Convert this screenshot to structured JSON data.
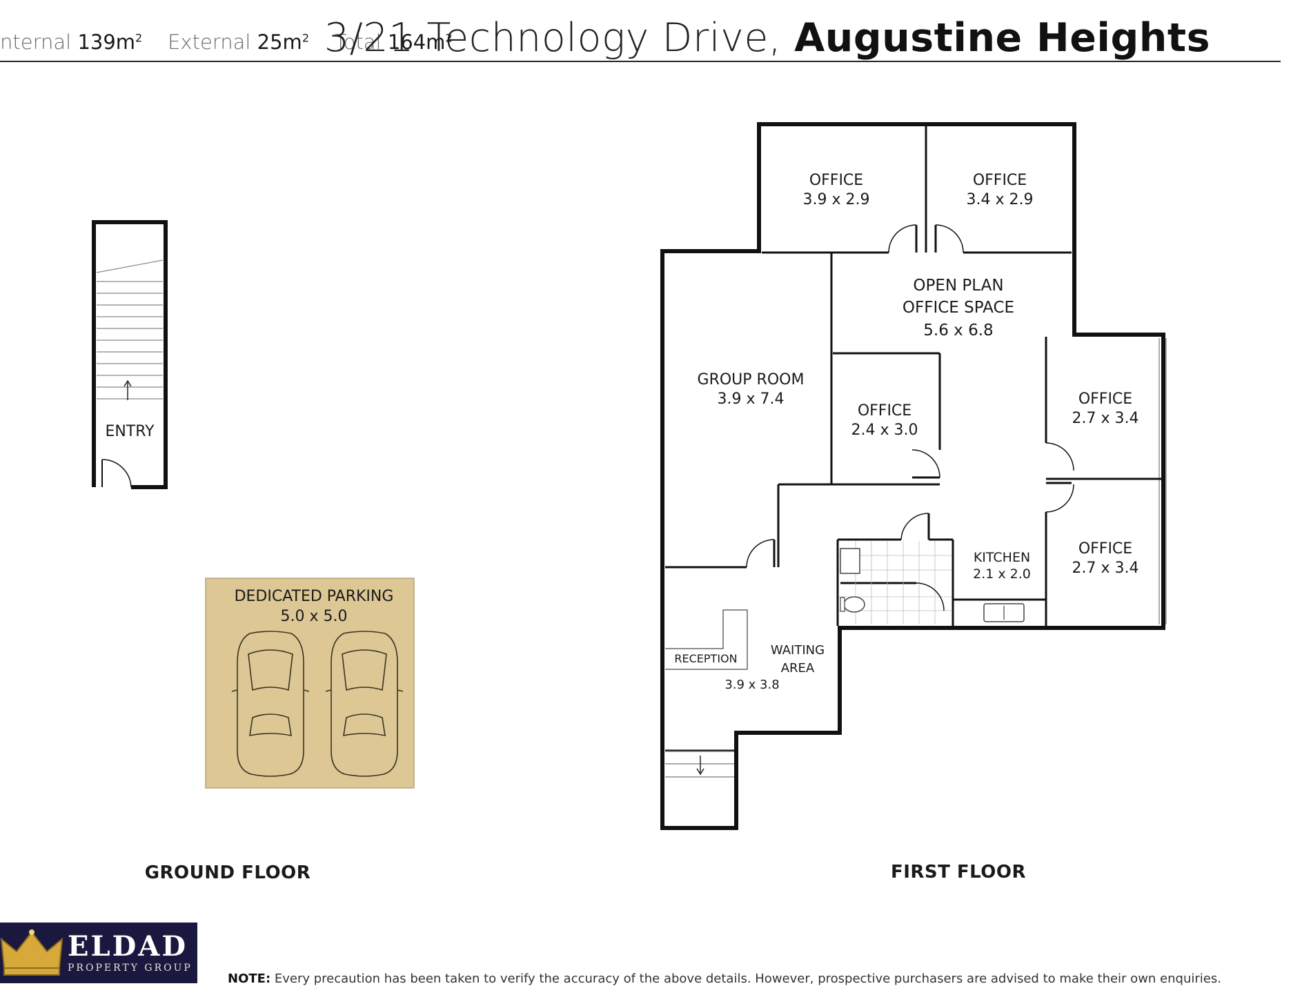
{
  "header": {
    "internal_label": "nternal",
    "internal_value": "139m",
    "external_label": "External",
    "external_value": "25m",
    "total_label": "Total",
    "total_value": "164m",
    "sup": "2",
    "address_light": "3/21 Technology Drive,",
    "address_bold": "Augustine Heights"
  },
  "ground_floor": {
    "label": "GROUND FLOOR",
    "entry": "ENTRY",
    "parking_name": "DEDICATED PARKING",
    "parking_size": "5.0 x 5.0"
  },
  "first_floor": {
    "label": "FIRST FLOOR",
    "rooms": [
      {
        "name": "OFFICE",
        "size": "3.9 x 2.9"
      },
      {
        "name": "OFFICE",
        "size": "3.4 x 2.9"
      },
      {
        "name": "OPEN PLAN",
        "name2": "OFFICE SPACE",
        "size": "5.6 x 6.8"
      },
      {
        "name": "GROUP ROOM",
        "size": "3.9 x 7.4"
      },
      {
        "name": "OFFICE",
        "size": "2.4 x 3.0"
      },
      {
        "name": "OFFICE",
        "size": "2.7 x 3.4"
      },
      {
        "name": "OFFICE",
        "size": "2.7 x 3.4"
      },
      {
        "name": "KITCHEN",
        "size": "2.1 x 2.0"
      },
      {
        "name": "RECEPTION"
      },
      {
        "name": "WAITING",
        "name2": "AREA",
        "size": "3.9 x 3.8"
      }
    ]
  },
  "logo": {
    "name": "ELDAD",
    "sub": "PROPERTY GROUP"
  },
  "note": {
    "lead": "NOTE:",
    "text": "Every precaution has been taken to verify the accuracy of the above details. However, prospective purchasers are advised to make their own enquiries."
  },
  "colors": {
    "parking_fill": "#dcc795",
    "logo_bg": "#1b1840",
    "logo_gold": "#d6a93a",
    "wall": "#111111"
  }
}
